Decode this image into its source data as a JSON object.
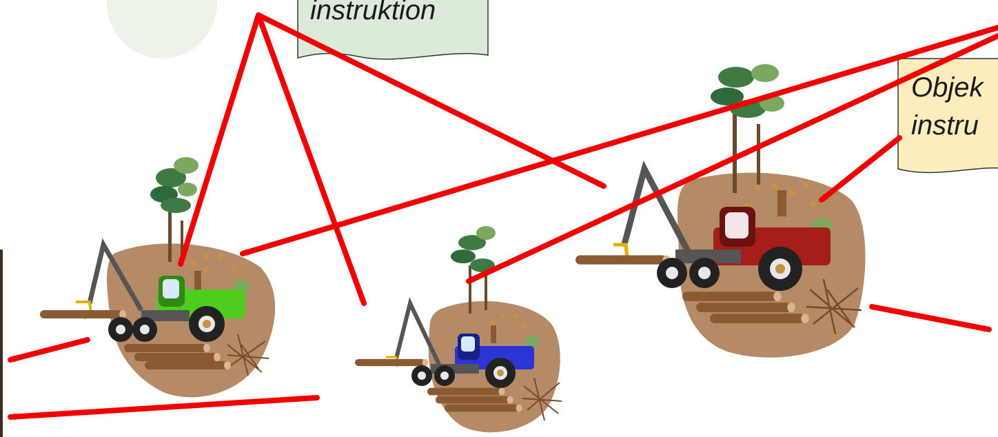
{
  "notes": {
    "green_note": {
      "text": "instruktion"
    },
    "yellow_note": {
      "line1": "Objek",
      "line2": "instru"
    }
  },
  "machines": [
    {
      "id": "green",
      "color": "#4ccd1f",
      "dark": "#2f8a12"
    },
    {
      "id": "blue",
      "color": "#2b35d6",
      "dark": "#18208a"
    },
    {
      "id": "red",
      "color": "#a51f1a",
      "dark": "#6b1210"
    }
  ],
  "colors": {
    "arrow": "#f20000",
    "ground": "#b58a66",
    "green_note_fill": "#dcebd9",
    "yellow_note_fill": "#fdedbc",
    "circle_bg": "#eef3ea"
  }
}
